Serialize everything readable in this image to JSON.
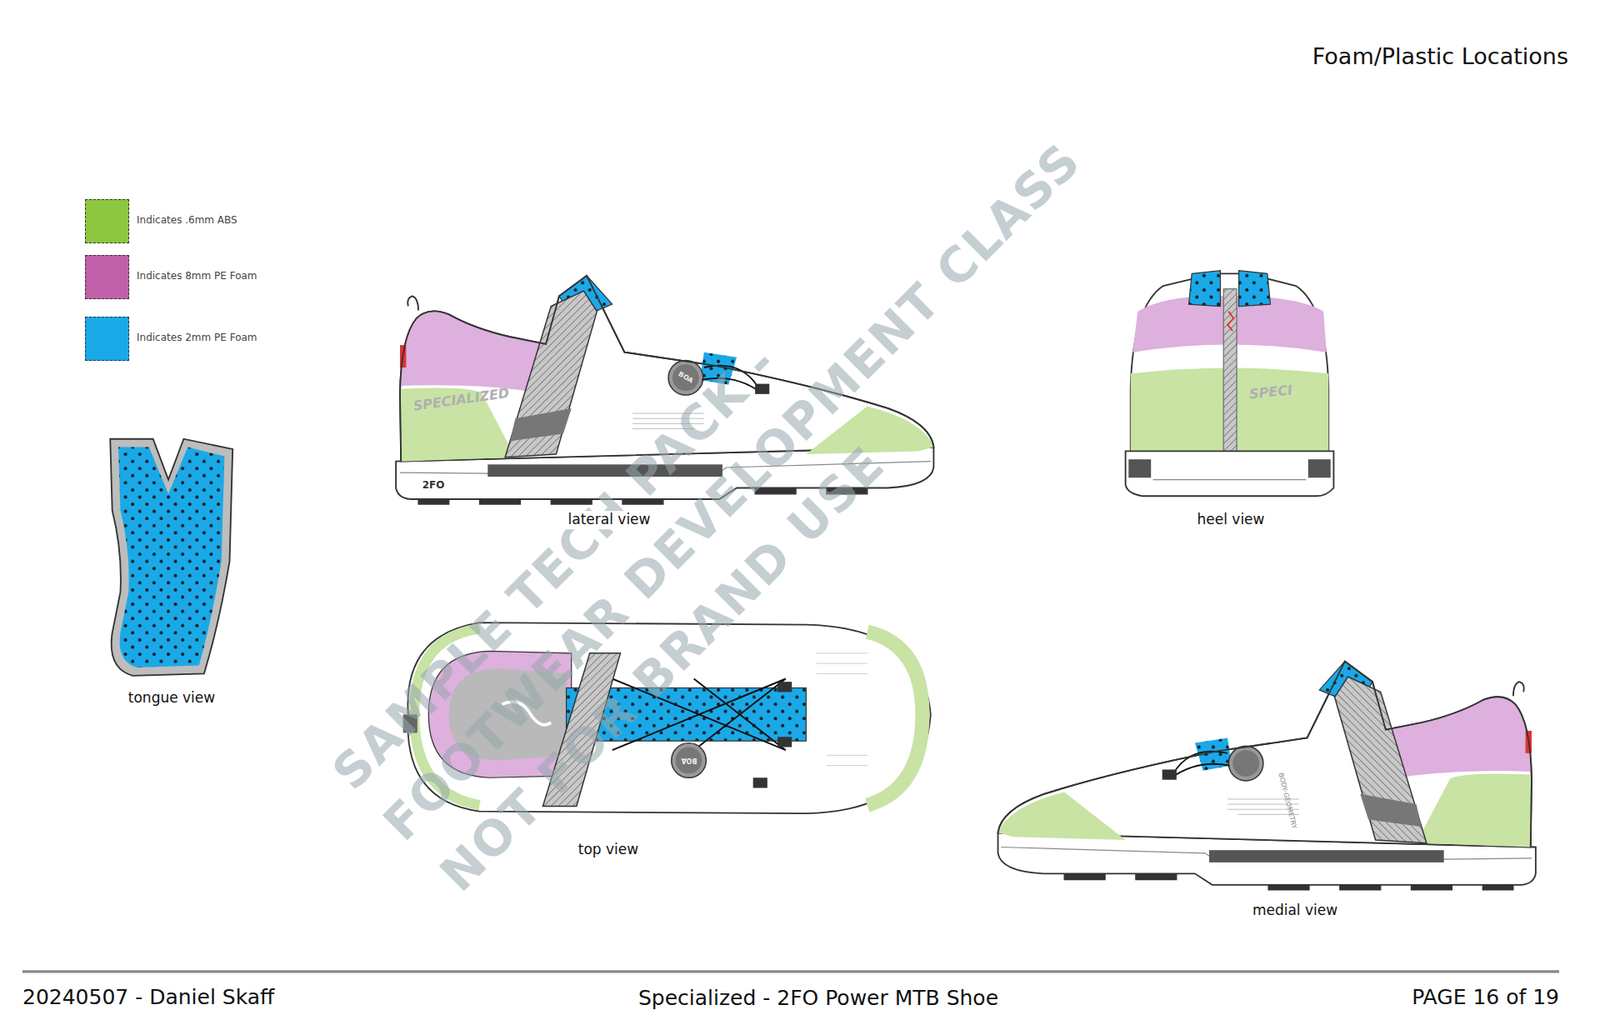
{
  "diagram": {
    "title": "Foam/Plastic Locations",
    "labels": [
      "SPECIALIZED",
      "2FO",
      "BOA",
      "lateral view",
      "SPECI",
      "heel view",
      "tongue view",
      "BOA",
      "top view",
      "BODY-GEOMETRY",
      "medial view",
      "SAMPLE TECH PACK -",
      "FOOTWEAR DEVELOPMENT CLASS",
      "NOT FOR BRAND USE",
      "20240507 - Daniel Skaff",
      "Specialized - 2FO Power MTB Shoe",
      "PAGE 16 of 19"
    ],
    "legend": [
      {
        "text": "Indicates .6mm ABS",
        "color": "#8dc63f"
      },
      {
        "text": "Indicates 8mm PE Foam",
        "color": "#c060a8"
      },
      {
        "text": "Indicates 2mm PE Foam",
        "color": "#1aa9e8"
      }
    ]
  }
}
